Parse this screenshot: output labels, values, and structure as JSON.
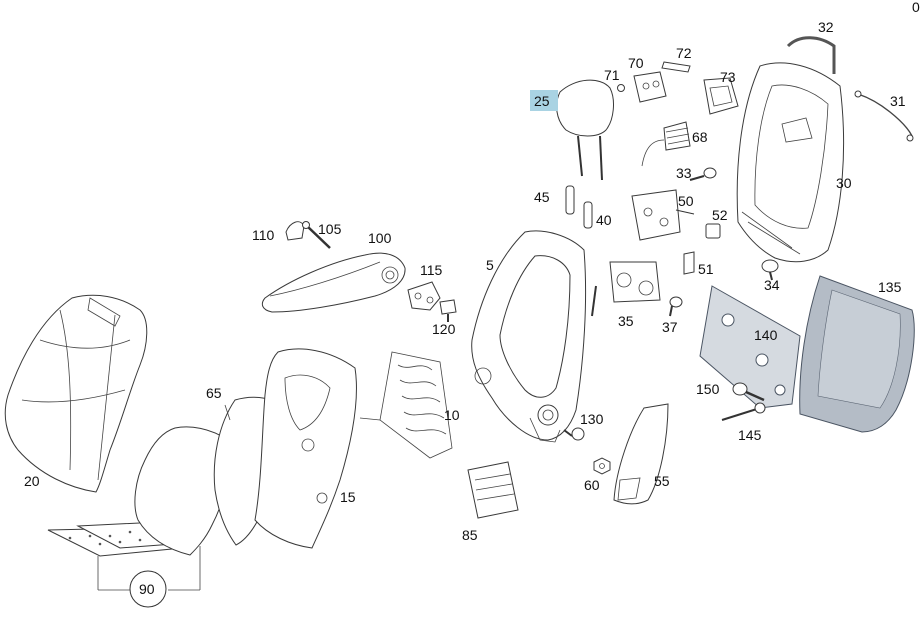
{
  "corner_glyph": "0",
  "labels": {
    "p5": "5",
    "p10": "10",
    "p15": "15",
    "p20": "20",
    "p25": "25",
    "p30": "30",
    "p31": "31",
    "p32": "32",
    "p33": "33",
    "p34": "34",
    "p35": "35",
    "p37": "37",
    "p40": "40",
    "p45": "45",
    "p50": "50",
    "p51": "51",
    "p52": "52",
    "p55": "55",
    "p60": "60",
    "p65": "65",
    "p68": "68",
    "p70": "70",
    "p71": "71",
    "p72": "72",
    "p73": "73",
    "p85": "85",
    "p90": "90",
    "p100": "100",
    "p105": "105",
    "p110": "110",
    "p115": "115",
    "p120": "120",
    "p130": "130",
    "p135": "135",
    "p140": "140",
    "p145": "145",
    "p150": "150"
  },
  "highlighted_part": "25",
  "colors": {
    "highlight": "#a9d3e3",
    "line": "#3a3a3a",
    "panel": "#b4bcc6"
  }
}
